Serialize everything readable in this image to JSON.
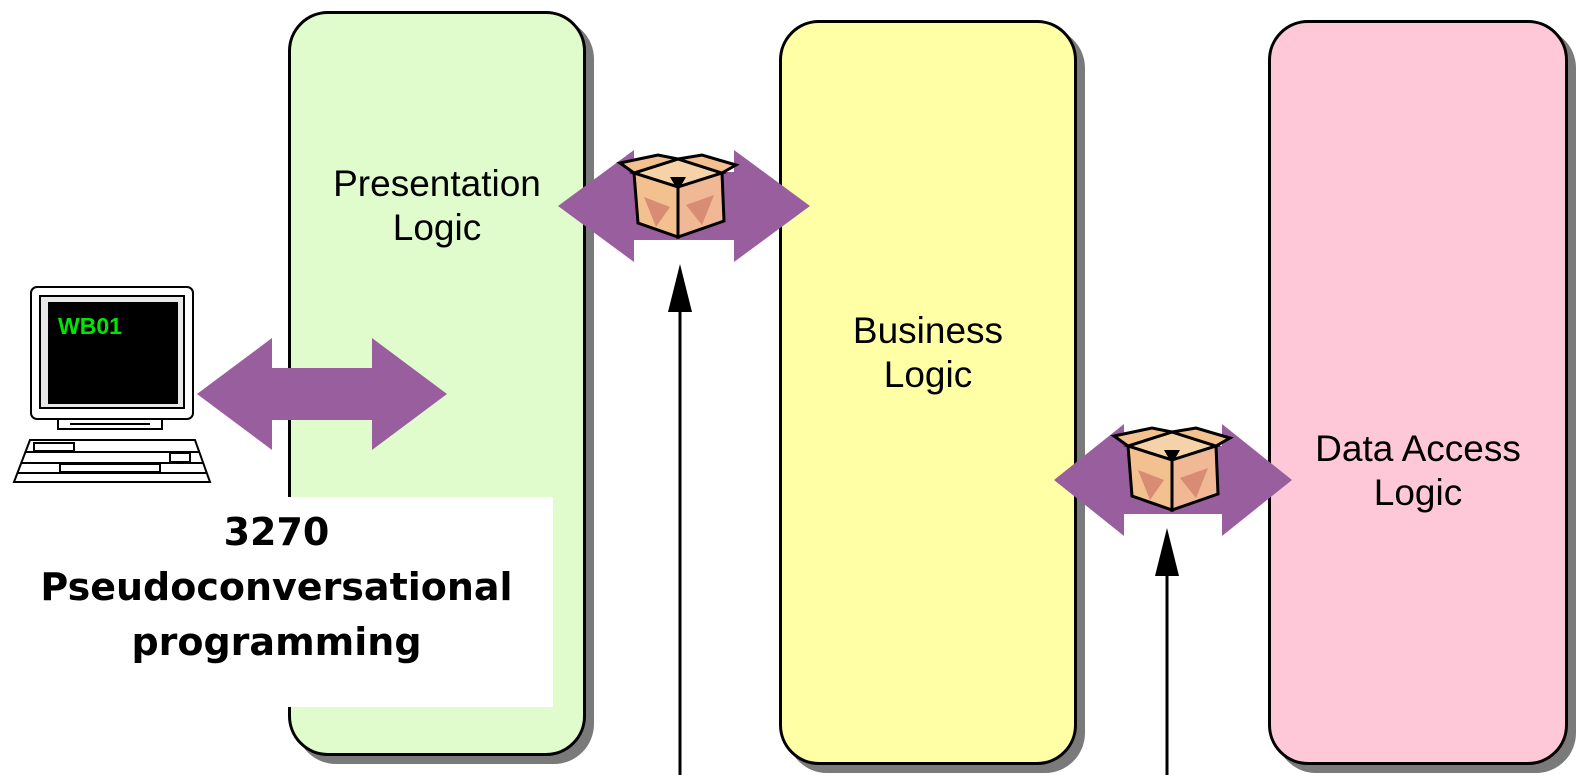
{
  "layers": {
    "presentation": {
      "label": "Presentation\nLogic",
      "color": "#e0fccc"
    },
    "business": {
      "label": "Business\nLogic",
      "color": "#ffffa6"
    },
    "data_access": {
      "label": "Data Access\nLogic",
      "color": "#ffc8d8"
    }
  },
  "terminal": {
    "screen_text": "WB01",
    "screen_text_color": "#00e600"
  },
  "caption": {
    "line1": "3270",
    "line2": "Pseudoconversational",
    "line3": "programming"
  },
  "colors": {
    "arrow": "#995e9e",
    "box_light": "#f3c08f",
    "box_dark": "#d99a7a"
  },
  "icons": [
    "terminal-icon",
    "package-icon",
    "double-arrow",
    "up-arrow"
  ]
}
